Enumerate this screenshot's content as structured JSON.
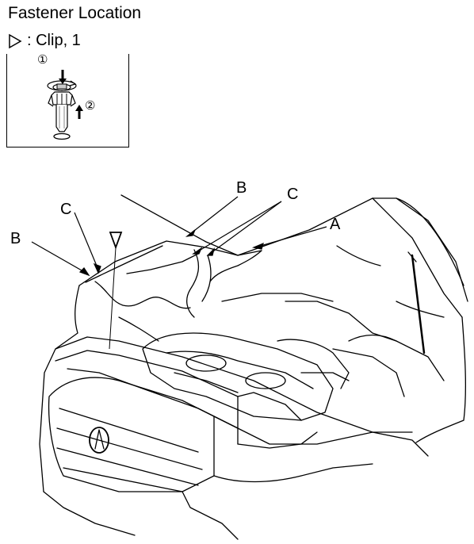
{
  "header": {
    "title": "Fastener Location",
    "legend_label": ": Clip, 1"
  },
  "inset": {
    "step1": "①",
    "step2": "②"
  },
  "callouts": {
    "B_top": "B",
    "C_top": "C",
    "A_right": "A",
    "C_left": "C",
    "B_left": "B"
  },
  "icons": [
    "triangle-marker-icon",
    "clip-fastener-icon",
    "rotate-arrow-icon",
    "pull-arrow-icon"
  ]
}
